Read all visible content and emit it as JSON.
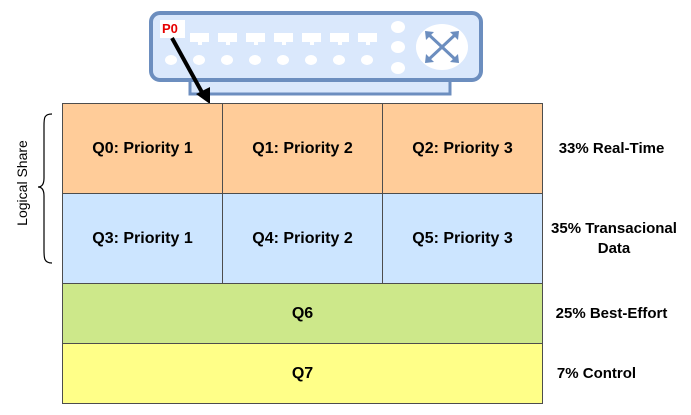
{
  "device": {
    "port_label": "P0",
    "port_label_color": "#e60000",
    "icon": "router-icon",
    "body_color": "#dae8fc",
    "border_color": "#6c8ebf"
  },
  "side_label": "Logical Share",
  "rows": [
    {
      "color": "#ffcc99",
      "share": "33% Real-Time",
      "queues": [
        "Q0: Priority 1",
        "Q1: Priority 2",
        "Q2: Priority 3"
      ]
    },
    {
      "color": "#cce5ff",
      "share": "35% Transacional Data",
      "queues": [
        "Q3: Priority 1",
        "Q4: Priority 2",
        "Q5: Priority 3"
      ]
    },
    {
      "color": "#cde88a",
      "share": "25% Best-Effort",
      "queues": [
        "Q6"
      ]
    },
    {
      "color": "#ffff88",
      "share": "7% Control",
      "queues": [
        "Q7"
      ]
    }
  ]
}
